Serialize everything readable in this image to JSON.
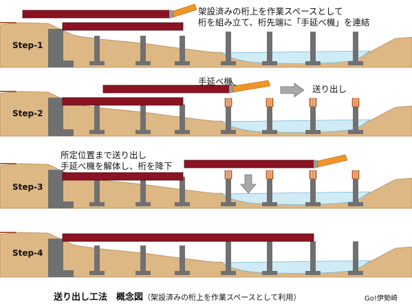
{
  "steps": [
    {
      "label": "Step-1",
      "notes": [
        "架設済みの桁上を作業スペースとして",
        "桁を組み立て、桁先端に「手延べ機」を連結"
      ]
    },
    {
      "label": "Step-2",
      "notes": [
        "手延べ機"
      ],
      "arrow_label": "送り出し"
    },
    {
      "label": "Step-3",
      "notes": [
        "所定位置まで送り出し",
        "手延べ機を解体し、桁を降下"
      ]
    },
    {
      "label": "Step-4",
      "notes": []
    }
  ],
  "caption": {
    "main": "送り出し工法　概念図",
    "sub": "（架設済みの桁上を作業スペースとして利用）"
  },
  "credit": "Go!伊勢崎",
  "colors": {
    "ground": "#ddb784",
    "ground_edge": "#b58a55",
    "pier": "#707070",
    "girder": "#8b1323",
    "launching_nose": "#f0952a",
    "water": "#cfecf6",
    "jack": "#e07b39",
    "arrow": "#a8a8a8"
  }
}
